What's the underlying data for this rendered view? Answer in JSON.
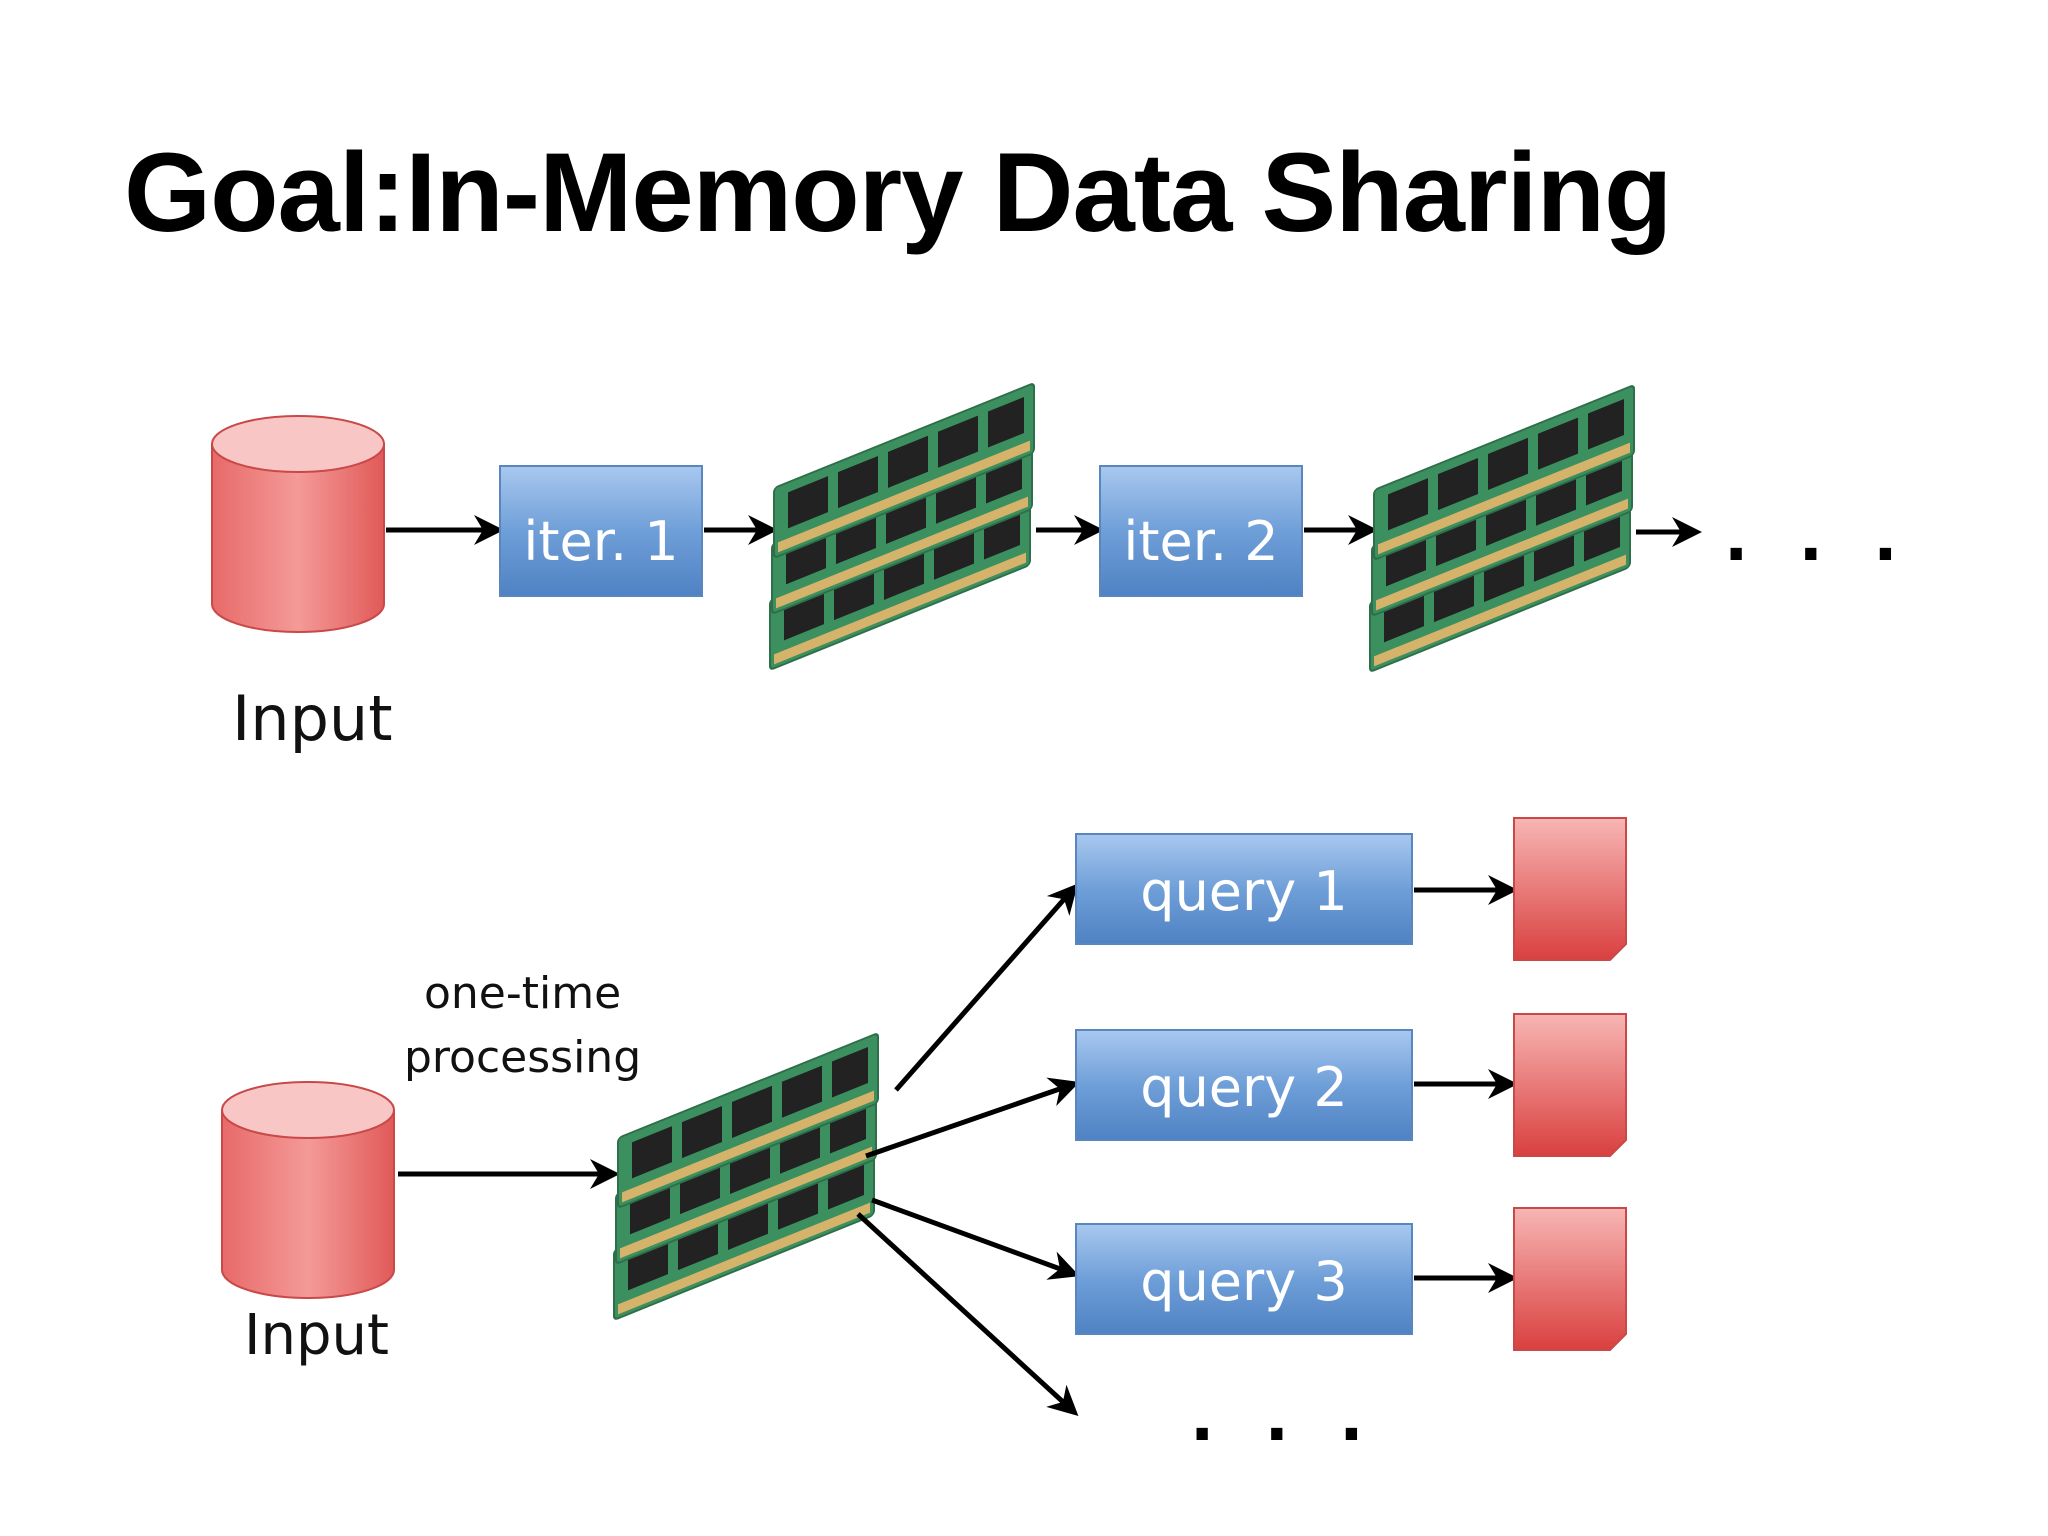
{
  "title": "Goal:In-Memory Data Sharing",
  "top_flow": {
    "input_label": "Input",
    "iter1_label": "iter. 1",
    "iter2_label": "iter. 2",
    "ellipsis": ". . ."
  },
  "bottom_flow": {
    "input_label": "Input",
    "processing_line1": "one-time",
    "processing_line2": "processing",
    "queries": [
      "query 1",
      "query 2",
      "query 3"
    ],
    "ellipsis": ". . ."
  },
  "colors": {
    "box_blue": "#6f9fd8",
    "cylinder_red": "#e8585a",
    "ram_green": "#3c8f5e"
  }
}
